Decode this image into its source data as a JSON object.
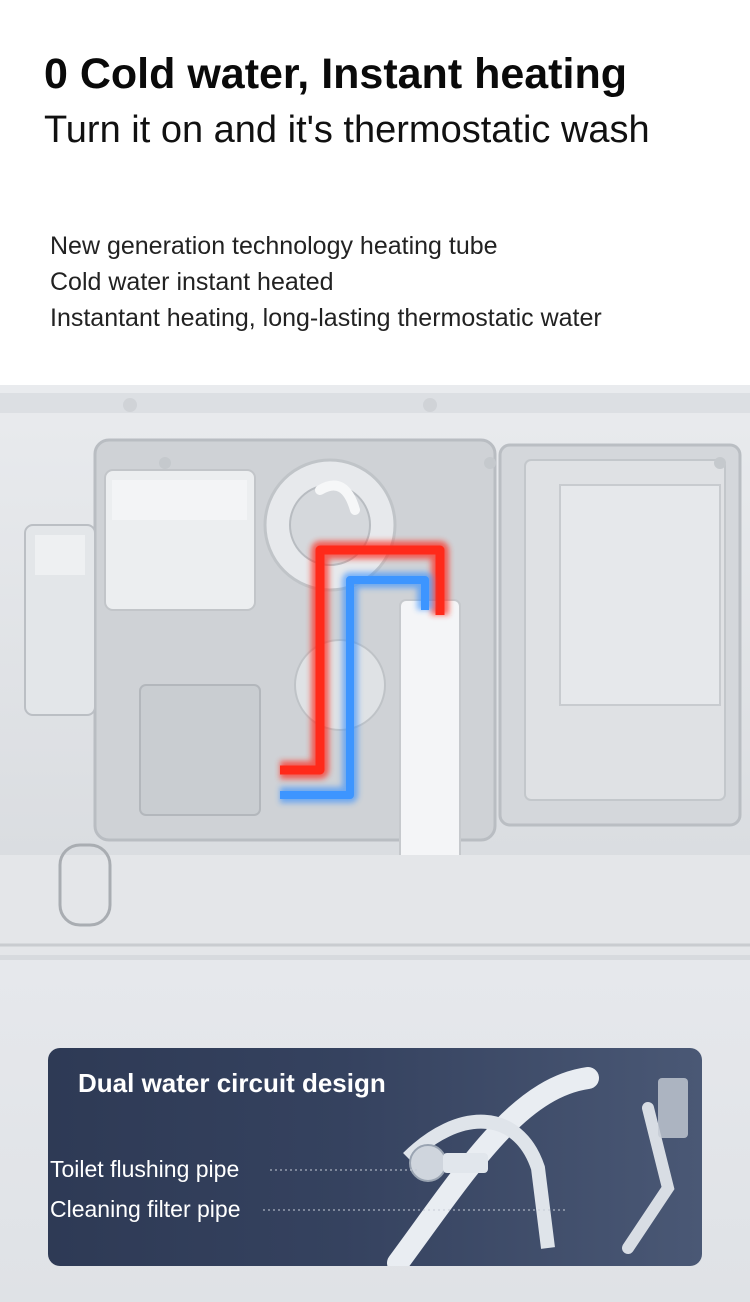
{
  "headline": "0 Cold water, Instant heating",
  "subheadline": "Turn it on and it's thermostatic wash",
  "features": [
    "New generation technology heating tube",
    "Cold water instant heated",
    "Instantant heating, long-lasting thermostatic water"
  ],
  "circuit_panel": {
    "title": "Dual water circuit design",
    "labels": [
      "Toilet flushing pipe",
      "Cleaning filter pipe"
    ]
  },
  "colors": {
    "hot_pipe": "#ff2a1a",
    "cold_pipe": "#2e8cff",
    "panel_bg": "#2f3b57"
  }
}
